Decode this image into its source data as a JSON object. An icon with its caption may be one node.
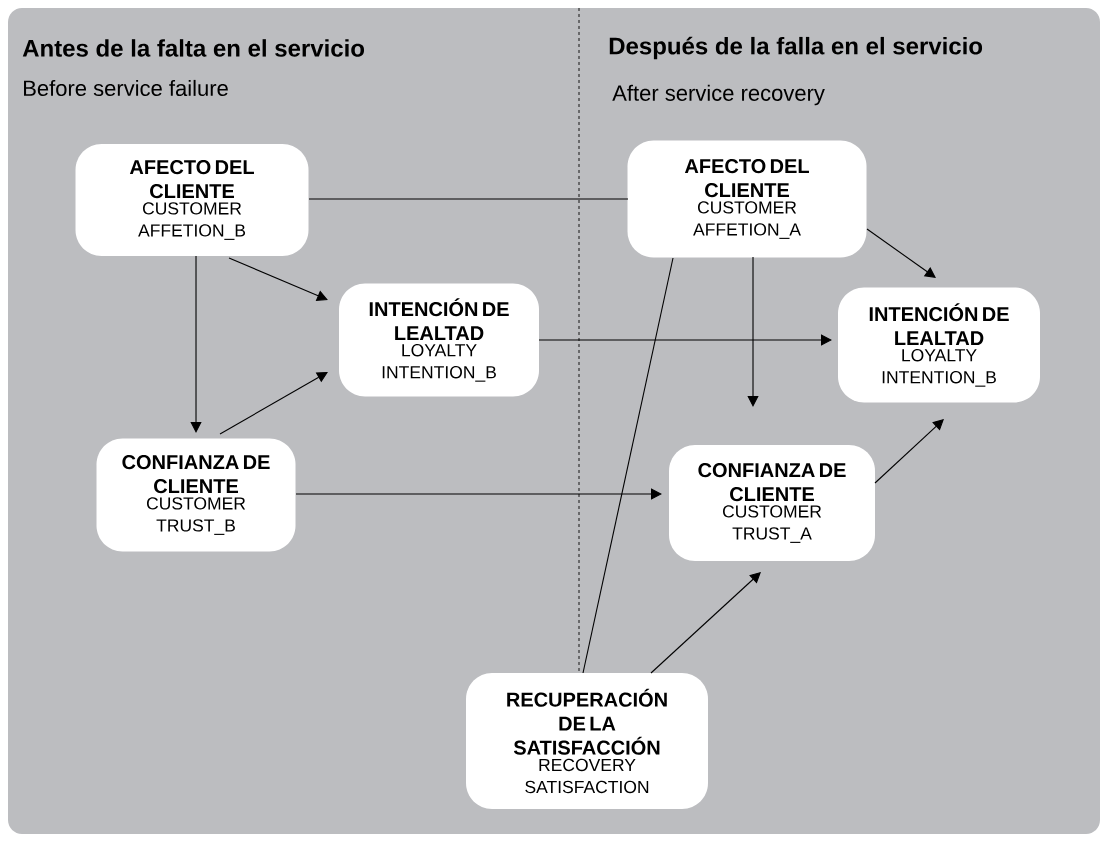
{
  "diagram": {
    "nodes": [
      {
        "text": [
          "AFECTO DEL CLIENTE",
          "CUSTOMER AFFETION_B"
        ]
      },
      {
        "text": [
          "INTENCIÓN DE LEALTAD",
          "LOYALTY INTENTION_B"
        ]
      },
      {
        "text": [
          "CONFIANZA DE CLIENTE",
          "CUSTOMER TRUST_B"
        ]
      },
      {
        "text": [
          "AFECTO DEL CLIENTE",
          "CUSTOMER AFFETION_A"
        ]
      },
      {
        "text": [
          "INTENCIÓN DE LEALTAD",
          "LOYALTY INTENTION_B"
        ]
      },
      {
        "text": [
          "CONFIANZA DE CLIENTE",
          "CUSTOMER TRUST_A"
        ]
      },
      {
        "text": [
          "RECUPERACIÓN DE LA SATISFACCIÓN",
          "RECOVERY SATISFACTION"
        ]
      }
    ],
    "edges": [
      {
        "from": 0,
        "to": 3,
        "arrow": "none"
      },
      {
        "from": 0,
        "to": 1,
        "arrow": "to"
      },
      {
        "from": 0,
        "to": 2,
        "arrow": "to"
      },
      {
        "from": 2,
        "to": 1,
        "arrow": "to"
      },
      {
        "from": 1,
        "to": 4,
        "arrow": "to"
      },
      {
        "from": 2,
        "to": 5,
        "arrow": "to"
      },
      {
        "from": 3,
        "to": 4,
        "arrow": "to"
      },
      {
        "from": 3,
        "to": 5,
        "arrow": "to"
      },
      {
        "from": 5,
        "to": 4,
        "arrow": "to"
      },
      {
        "from": 6,
        "to": 5,
        "arrow": "to"
      },
      {
        "from": 6,
        "to": 3,
        "arrow": "none"
      }
    ],
    "labels": [
      "Antes de la falta en el servicio",
      "Before service failure",
      "Después de la falla en el servicio",
      "After service recovery"
    ]
  }
}
